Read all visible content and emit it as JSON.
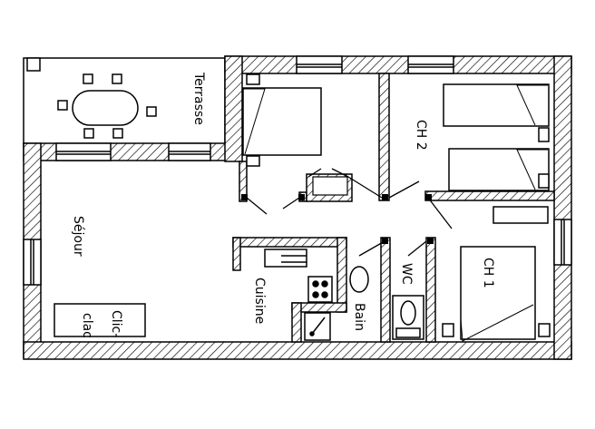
{
  "plan": {
    "rooms": {
      "terrasse": "Terrasse",
      "sejour": "Séjour",
      "ch2": "CH 2",
      "ch1": "CH 1",
      "cuisine": "Cuisine",
      "bain": "Bain",
      "wc": "WC",
      "clic": "Clic-",
      "clac": "clac"
    }
  }
}
